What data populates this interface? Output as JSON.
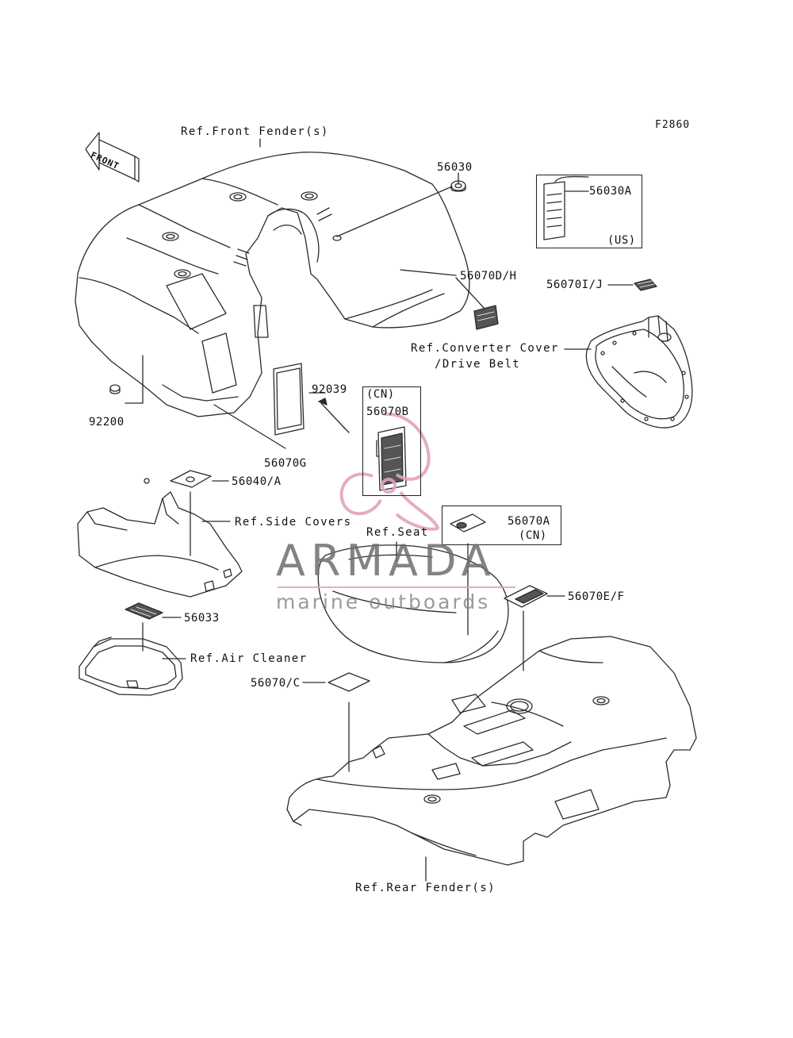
{
  "figure_id": "F2860",
  "front_arrow": "FRONT",
  "refs": {
    "front_fender": "Ref.Front Fender(s)",
    "converter_cover_line1": "Ref.Converter Cover",
    "converter_cover_line2": "/Drive Belt",
    "side_covers": "Ref.Side Covers",
    "seat": "Ref.Seat",
    "air_cleaner": "Ref.Air Cleaner",
    "rear_fender": "Ref.Rear Fender(s)"
  },
  "parts": {
    "p56030": "56030",
    "p56030A": "56030A",
    "us": "(US)",
    "p56070DH": "56070D/H",
    "p56070IJ": "56070I/J",
    "p92039": "92039",
    "cn_b": "(CN)",
    "p56070B": "56070B",
    "p92200": "92200",
    "p56070G": "56070G",
    "p56040A": "56040/A",
    "p56070A": "56070A",
    "cn_a": "(CN)",
    "p56070EF": "56070E/F",
    "p56033": "56033",
    "p56070C": "56070/C"
  },
  "watermark": {
    "title": "ARMADA",
    "subtitle": "marine outboards",
    "accent_color": "#e3a3bf",
    "text_color": "#6e6e6e"
  },
  "colors": {
    "line": "#2b2b2b",
    "background": "#ffffff",
    "decal_fill": "#555555"
  }
}
